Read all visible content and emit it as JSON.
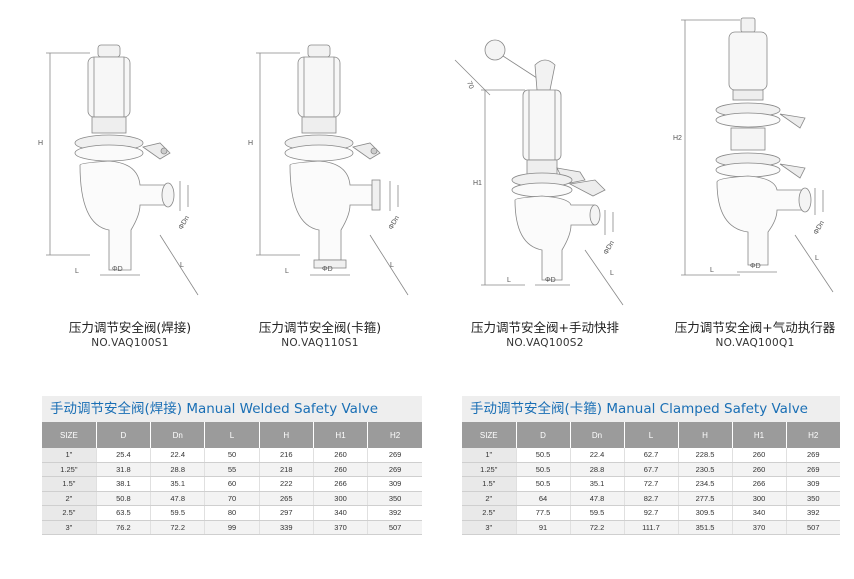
{
  "products": [
    {
      "name_cn": "压力调节安全阀(焊接)",
      "model": "NO.VAQ100S1"
    },
    {
      "name_cn": "压力调节安全阀(卡箍)",
      "model": "NO.VAQ110S1"
    },
    {
      "name_cn": "压力调节安全阀+手动快排",
      "model": "NO.VAQ100S2"
    },
    {
      "name_cn": "压力调节安全阀+气动执行器",
      "model": "NO.VAQ100Q1"
    }
  ],
  "dimension_labels": {
    "h": "H",
    "h1": "H1",
    "h2": "H2",
    "l": "L",
    "od": "ΦD",
    "odn": "ΦDn",
    "angle": "70"
  },
  "tables": [
    {
      "title": "手动调节安全阀(焊接) Manual Welded Safety Valve",
      "headers": [
        "SIZE",
        "D",
        "Dn",
        "L",
        "H",
        "H1",
        "H2"
      ],
      "rows": [
        [
          "1\"",
          "25.4",
          "22.4",
          "50",
          "216",
          "260",
          "269"
        ],
        [
          "1.25\"",
          "31.8",
          "28.8",
          "55",
          "218",
          "260",
          "269"
        ],
        [
          "1.5\"",
          "38.1",
          "35.1",
          "60",
          "222",
          "266",
          "309"
        ],
        [
          "2\"",
          "50.8",
          "47.8",
          "70",
          "265",
          "300",
          "350"
        ],
        [
          "2.5\"",
          "63.5",
          "59.5",
          "80",
          "297",
          "340",
          "392"
        ],
        [
          "3\"",
          "76.2",
          "72.2",
          "99",
          "339",
          "370",
          "507"
        ]
      ]
    },
    {
      "title": "手动调节安全阀(卡箍) Manual Clamped Safety Valve",
      "headers": [
        "SIZE",
        "D",
        "Dn",
        "L",
        "H",
        "H1",
        "H2"
      ],
      "rows": [
        [
          "1\"",
          "50.5",
          "22.4",
          "62.7",
          "228.5",
          "260",
          "269"
        ],
        [
          "1.25\"",
          "50.5",
          "28.8",
          "67.7",
          "230.5",
          "260",
          "269"
        ],
        [
          "1.5\"",
          "50.5",
          "35.1",
          "72.7",
          "234.5",
          "266",
          "309"
        ],
        [
          "2\"",
          "64",
          "47.8",
          "82.7",
          "277.5",
          "300",
          "350"
        ],
        [
          "2.5\"",
          "77.5",
          "59.5",
          "92.7",
          "309.5",
          "340",
          "392"
        ],
        [
          "3\"",
          "91",
          "72.2",
          "111.7",
          "351.5",
          "370",
          "507"
        ]
      ]
    }
  ]
}
